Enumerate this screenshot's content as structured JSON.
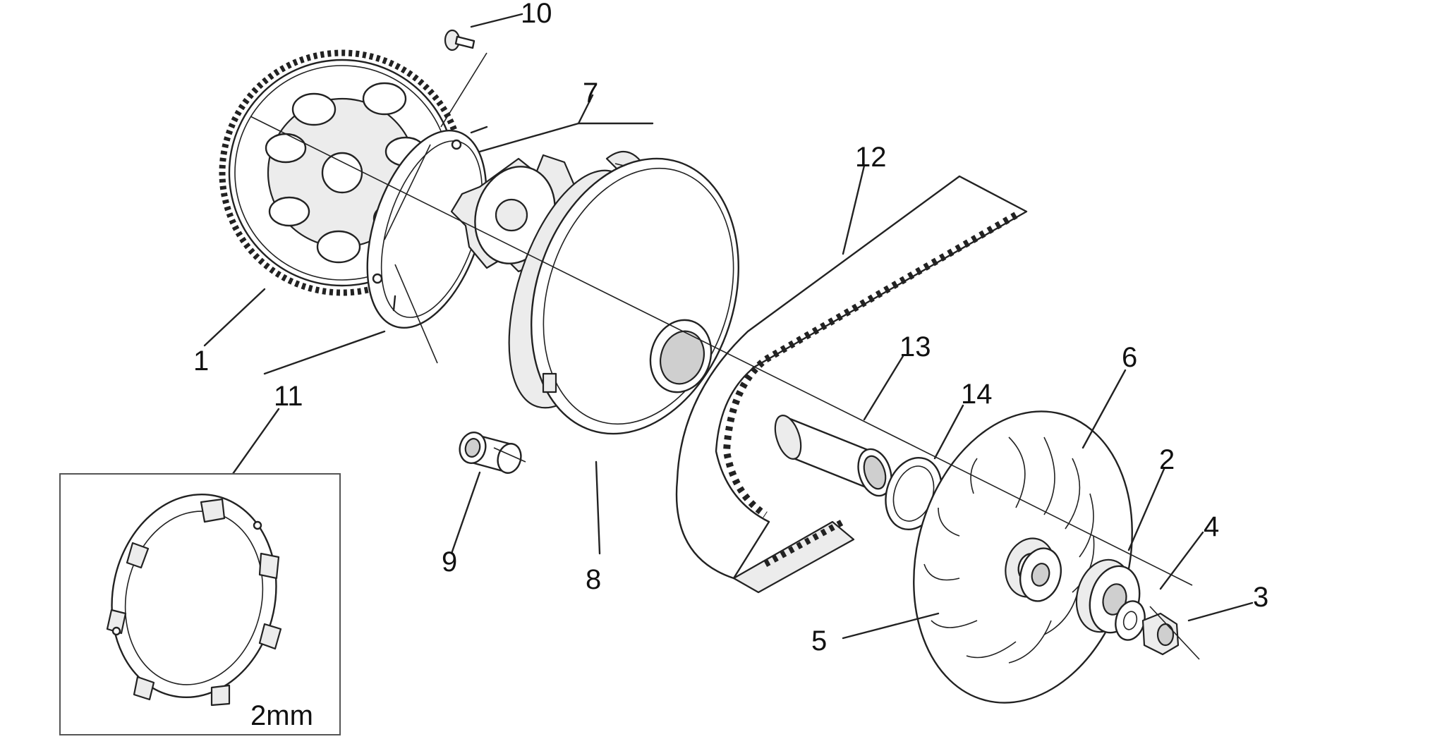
{
  "diagram": {
    "part_numbers": [
      "1",
      "2",
      "3",
      "4",
      "5",
      "6",
      "7",
      "8",
      "9",
      "10",
      "11",
      "12",
      "13",
      "14"
    ],
    "inset_label": "2mm",
    "icons": [
      "gear-icon",
      "belt-icon",
      "fan-pulley-icon",
      "spring-ring-icon"
    ]
  }
}
